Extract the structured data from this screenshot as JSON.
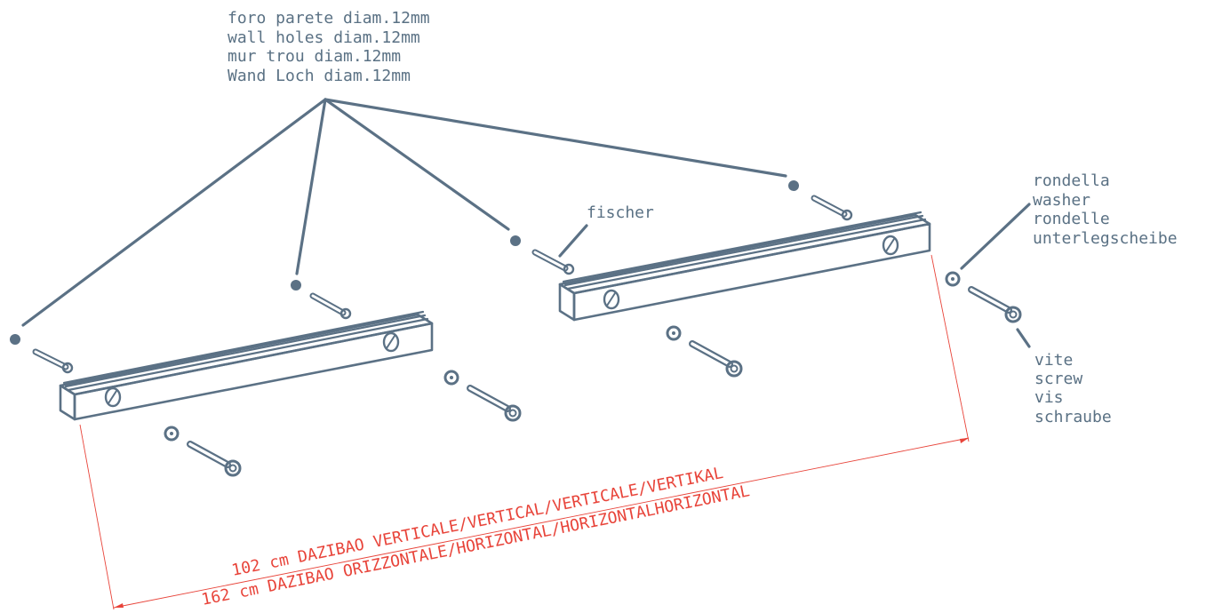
{
  "colors": {
    "ink": "#5b7185",
    "dimension": "#e8443a",
    "background": "#ffffff"
  },
  "labels": {
    "wall_hole": [
      "foro parete diam.12mm",
      "wall holes diam.12mm",
      "mur trou diam.12mm",
      "Wand Loch diam.12mm"
    ],
    "fischer": "fischer",
    "washer": [
      "rondella",
      "washer",
      "rondelle",
      "unterlegscheibe"
    ],
    "screw": [
      "vite",
      "screw",
      "vis",
      "schraube"
    ],
    "dimension_vertical": "102 cm DAZIBAO VERTICALE/VERTICAL/VERTICALE/VERTIKAL",
    "dimension_horizontal": "162 cm DAZIBAO ORIZZONTALE/HORIZONTAL/HORIZONTALHORIZONTAL"
  }
}
